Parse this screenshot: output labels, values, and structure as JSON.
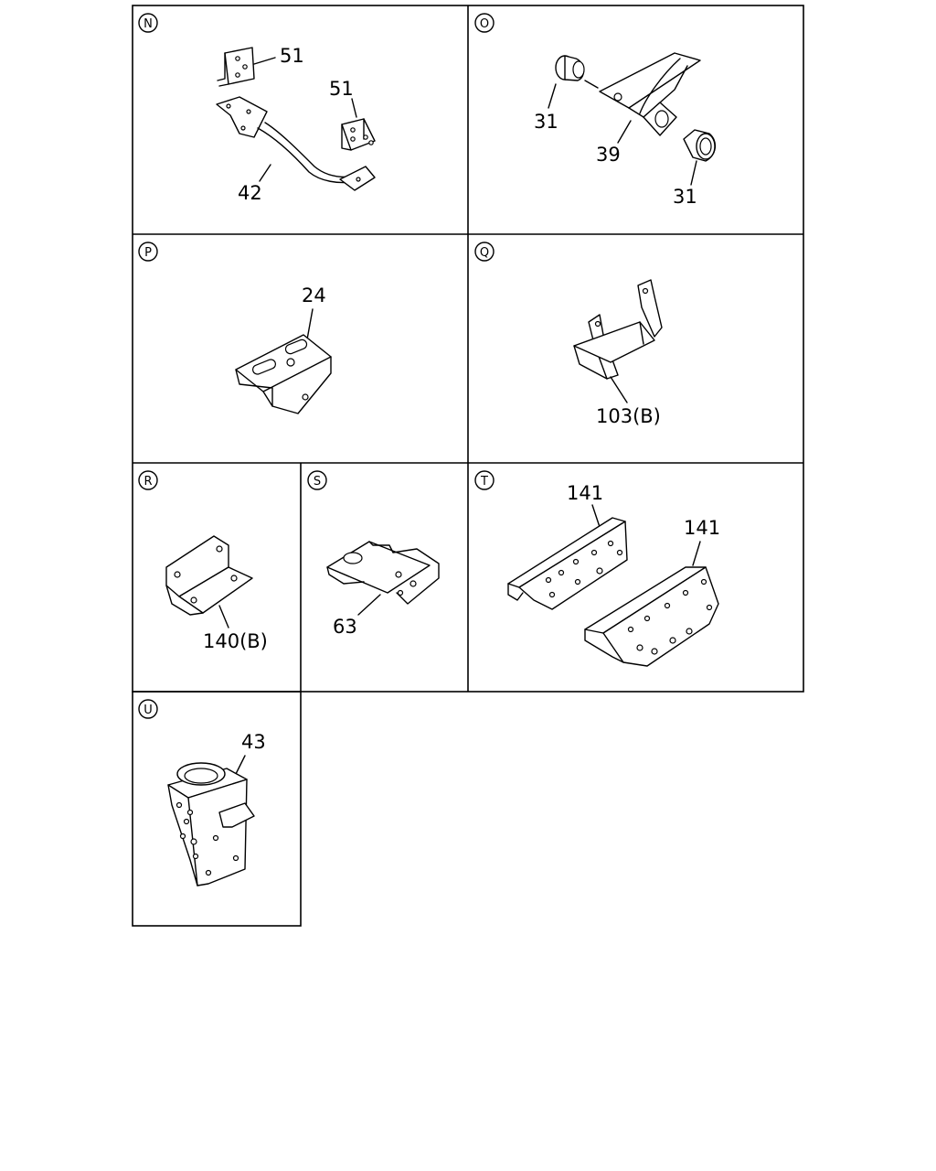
{
  "panels": {
    "N": {
      "letter": "N",
      "labels": {
        "bracket_top": "51",
        "bracket_right": "51",
        "crossmember": "42"
      }
    },
    "O": {
      "letter": "O",
      "labels": {
        "bushing_left": "31",
        "bracket": "39",
        "bushing_right": "31"
      }
    },
    "P": {
      "letter": "P",
      "labels": {
        "bracket": "24"
      }
    },
    "Q": {
      "letter": "Q",
      "labels": {
        "bracket": "103(B)"
      }
    },
    "R": {
      "letter": "R",
      "labels": {
        "bracket": "140(B)"
      }
    },
    "S": {
      "letter": "S",
      "labels": {
        "bracket": "63"
      }
    },
    "T": {
      "letter": "T",
      "labels": {
        "bracket_left": "141",
        "bracket_right": "141"
      }
    },
    "U": {
      "letter": "U",
      "labels": {
        "bracket": "43"
      }
    }
  }
}
